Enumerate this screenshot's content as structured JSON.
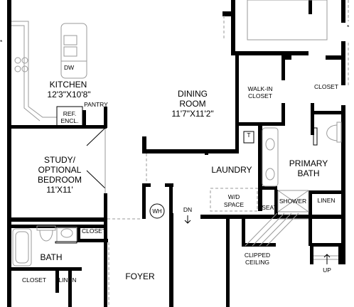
{
  "rooms": {
    "kitchen": {
      "name": "KITCHEN",
      "dims": "12'3\"X10'8\""
    },
    "dining": {
      "name": "DINING",
      "name2": "ROOM",
      "dims": "11'7\"X11'2\""
    },
    "study": {
      "name": "STUDY/",
      "name2": "OPTIONAL",
      "name3": "BEDROOM",
      "dims": "11'X11'"
    },
    "laundry": {
      "name": "LAUNDRY"
    },
    "primary_bath": {
      "name": "PRIMARY",
      "name2": "BATH"
    },
    "foyer": {
      "name": "FOYER"
    },
    "bath": {
      "name": "BATH"
    },
    "walk_in_closet": {
      "name": "WALK-IN",
      "name2": "CLOSET"
    }
  },
  "labels": {
    "dw": "DW",
    "pantry": "PANTRY",
    "ref": "REF.",
    "encl": "ENCL.",
    "closet_primary": "CLOSET",
    "t": "T",
    "wd": "W/D",
    "space": "SPACE",
    "wh": "WH",
    "dn": "DN",
    "seat": "SEAT",
    "shower": "SHOWER",
    "linen_primary": "LINEN",
    "closet_bath_top": "CLOSET",
    "closet_bath_bottom": "CLOSET",
    "linen_bath": "LINEN",
    "clipped": "CLIPPED",
    "ceiling": "CEILING",
    "up": "UP",
    "asterisk_left": "*",
    "asterisk_right": "*"
  }
}
